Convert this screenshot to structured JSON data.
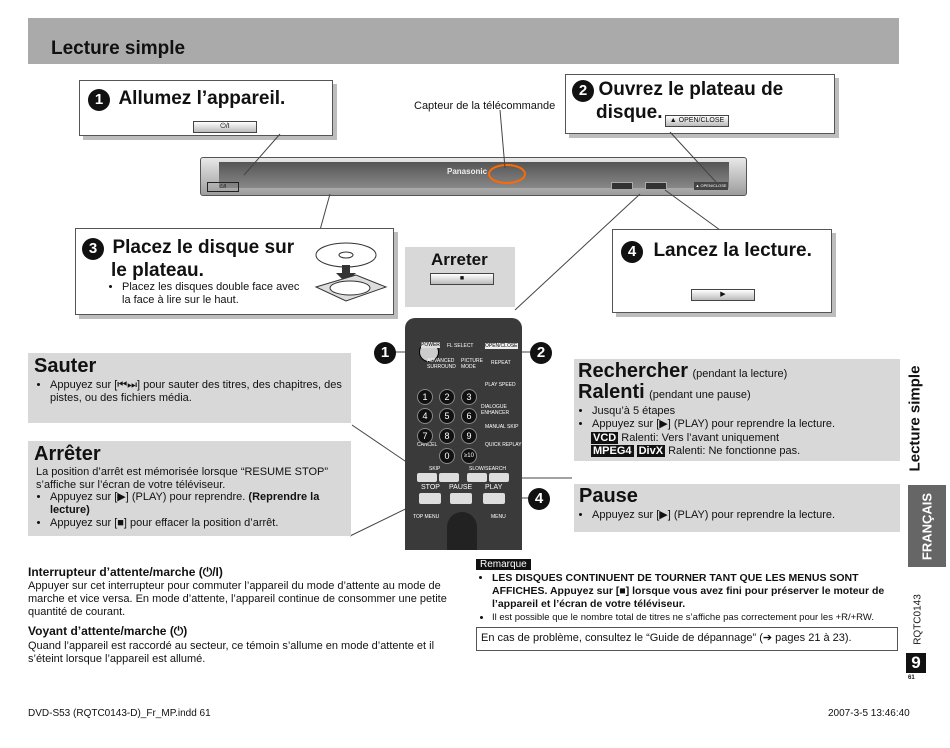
{
  "header": {
    "title": "Lecture simple"
  },
  "step1": {
    "num": "1",
    "title": "Allumez l’appareil.",
    "button": "⏻/I"
  },
  "sensor_label": "Capteur de la télécommande",
  "step2": {
    "num": "2",
    "title_line1": "Ouvrez le plateau de",
    "title_line2": "disque.",
    "button": "▲ OPEN/CLOSE"
  },
  "player": {
    "brand": "Panasonic",
    "power": "⏻/I",
    "open_close": "▲ OPEN/CLOSE"
  },
  "step3": {
    "num": "3",
    "title_line1": "Placez le disque sur",
    "title_line2": "le plateau.",
    "bullet": "Placez les disques double face avec la face à lire sur le haut."
  },
  "arreter_top": {
    "title": "Arreter",
    "button": "■"
  },
  "step4": {
    "num": "4",
    "title": "Lancez la lecture.",
    "button": "▶"
  },
  "sauter": {
    "title": "Sauter",
    "bullet": "Appuyez sur [⏮⏭] pour sauter des titres, des chapitres, des pistes, ou des fichiers média."
  },
  "arreter": {
    "title": "Arrêter",
    "text": "La position d’arrêt est mémorisée lorsque “RESUME STOP” s’affiche sur l’écran de votre téléviseur.",
    "bullet1": "Appuyez sur [▶] (PLAY) pour reprendre.",
    "bullet1_bold": "(Reprendre la lecture)",
    "bullet2": "Appuyez sur [■] pour effacer la position d’arrêt."
  },
  "rechercher": {
    "title": "Rechercher",
    "title_note": "(pendant la lecture)",
    "title2": "Ralenti",
    "title2_note": "(pendant une pause)",
    "bullet1": "Jusqu’à 5 étapes",
    "bullet2": "Appuyez sur [▶] (PLAY) pour reprendre la lecture.",
    "vcd_badge": "VCD",
    "vcd_text": "Ralenti: Vers l’avant uniquement",
    "mpeg_badge": "MPEG4",
    "divx_badge": "DivX",
    "mpeg_text": "Ralenti: Ne fonctionne pas."
  },
  "pause": {
    "title": "Pause",
    "bullet": "Appuyez sur [▶] (PLAY) pour reprendre la lecture."
  },
  "remote": {
    "top_labels": [
      "POWER",
      "FL SELECT",
      "OPEN/CLOSE"
    ],
    "row2": [
      "ADVANCED SURROUND",
      "PICTURE MODE",
      "REPEAT"
    ],
    "play_speed": "PLAY SPEED",
    "dialogue": "DIALOGUE ENHANCER",
    "manual_skip": "MANUAL SKIP",
    "quick_replay": "QUICK REPLAY",
    "cancel": "CANCEL",
    "keys": [
      "1",
      "2",
      "3",
      "4",
      "5",
      "6",
      "7",
      "8",
      "9",
      "0",
      "≥10"
    ],
    "skip": "SKIP",
    "slow": "SLOW/SEARCH",
    "stop": "STOP",
    "pause": "PAUSE",
    "play": "PLAY",
    "top_menu": "TOP MENU",
    "menu": "MENU",
    "callout1": "1",
    "callout2": "2",
    "callout4": "4"
  },
  "interrupteur": {
    "title": "Interrupteur d’attente/marche (⏻/I)",
    "text": "Appuyer sur cet interrupteur pour commuter l’appareil du mode d’attente au mode de marche et vice versa. En mode d’attente, l’appareil continue de consommer une petite quantité de courant."
  },
  "voyant": {
    "title": "Voyant d’attente/marche (⏻)",
    "text": "Quand l’appareil est raccordé au secteur, ce témoin s’allume en mode d’attente et il s’éteint lorsque l’appareil est allumé."
  },
  "remarque": {
    "label": "Remarque",
    "bullet1": "LES DISQUES CONTINUENT DE TOURNER TANT QUE LES MENUS SONT AFFICHES. Appuyez sur [■] lorsque vous avez fini pour préserver le moteur de l’appareil et l’écran de votre téléviseur.",
    "bullet2": "Il est possible que le nombre total de titres ne s’affiche pas correctement pour les +R/+RW."
  },
  "trouble": "En cas de problème, consultez le “Guide de dépannage” (➔ pages 21 à 23).",
  "sidebar": {
    "section": "Lecture simple",
    "language": "FRANÇAIS",
    "code": "RQTC0143",
    "page": "9",
    "page_small": "61"
  },
  "footer": {
    "left": "DVD-S53 (RQTC0143-D)_Fr_MP.indd   61",
    "right": "2007-3-5   13:46:40"
  }
}
